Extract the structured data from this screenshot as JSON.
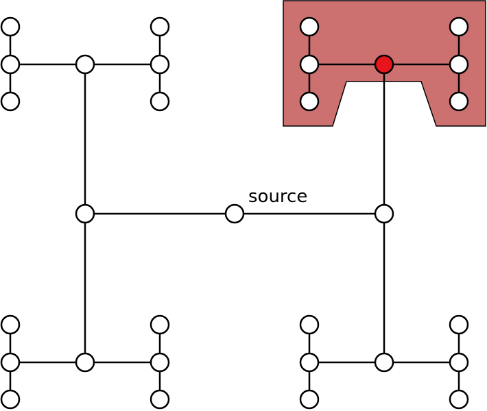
{
  "labels": {
    "source": "source"
  },
  "colors": {
    "node_fill": "#ffffff",
    "node_stroke": "#000000",
    "highlight_node_fill": "#e8141c",
    "region_fill": "#cd7070",
    "edge": "#000000"
  },
  "graph": {
    "nodes": [
      "source",
      "left-hub",
      "right-hub",
      "top-left-center",
      "bottom-left-center",
      "bottom-right-center",
      "top-right-center",
      "top-left-w",
      "top-left-w-up",
      "top-left-w-down",
      "top-left-e",
      "top-left-e-up",
      "top-left-e-down",
      "bottom-left-w",
      "bottom-left-w-up",
      "bottom-left-w-down",
      "bottom-left-e",
      "bottom-left-e-up",
      "bottom-left-e-down",
      "bottom-right-w",
      "bottom-right-w-up",
      "bottom-right-w-down",
      "bottom-right-e",
      "bottom-right-e-up",
      "bottom-right-e-down",
      "top-right-w",
      "top-right-w-up",
      "top-right-w-down",
      "top-right-e",
      "top-right-e-up",
      "top-right-e-down"
    ],
    "highlighted_node": "top-right-center",
    "highlighted_region": "top-right-subtree"
  }
}
